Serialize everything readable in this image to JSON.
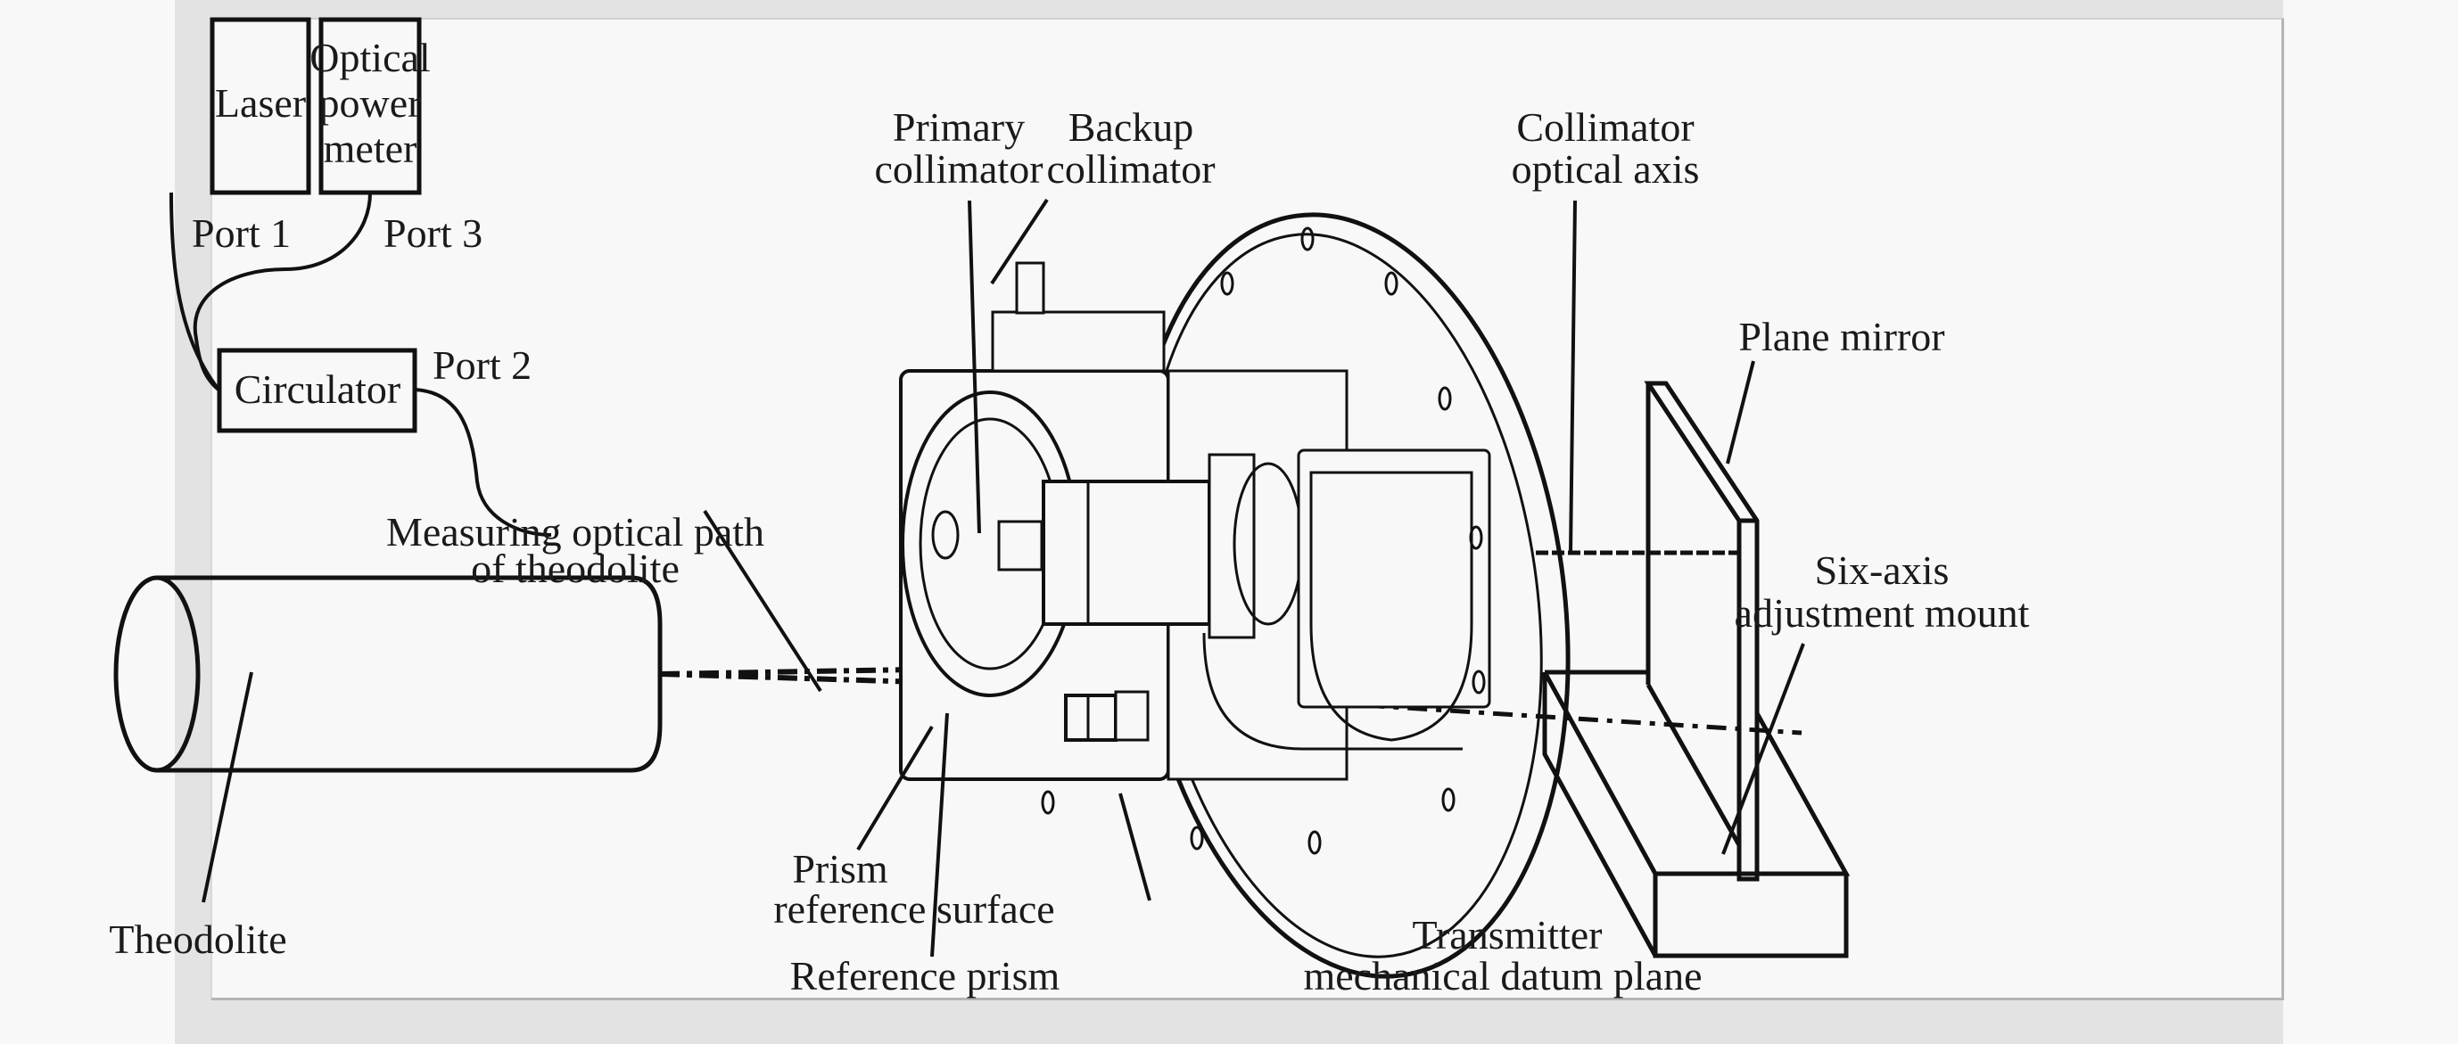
{
  "figure": {
    "type": "optical test setup schematic",
    "components": {
      "laser": "Laser",
      "power_meter": [
        "Optical",
        "power",
        "meter"
      ],
      "circulator": "Circulator",
      "theodolite": "Theodolite"
    },
    "ports": {
      "port1": "Port 1",
      "port2": "Port 2",
      "port3": "Port 3"
    },
    "callouts": {
      "primary_collimator": [
        "Primary",
        "collimator"
      ],
      "backup_collimator": [
        "Backup",
        "collimator"
      ],
      "collimator_axis": [
        "Collimator",
        "optical axis"
      ],
      "plane_mirror": "Plane mirror",
      "six_axis_mount": [
        "Six-axis",
        "adjustment mount"
      ],
      "measuring_path": [
        "Measuring optical path",
        "of theodolite"
      ],
      "prism_surface": [
        "Prism",
        "reference surface"
      ],
      "reference_prism": "Reference prism",
      "datum_plane": [
        "Transmitter",
        "mechanical datum plane"
      ]
    },
    "colors": {
      "line": "#111111",
      "background": "#f8f8f8",
      "frame": "#e3e3e3"
    }
  }
}
